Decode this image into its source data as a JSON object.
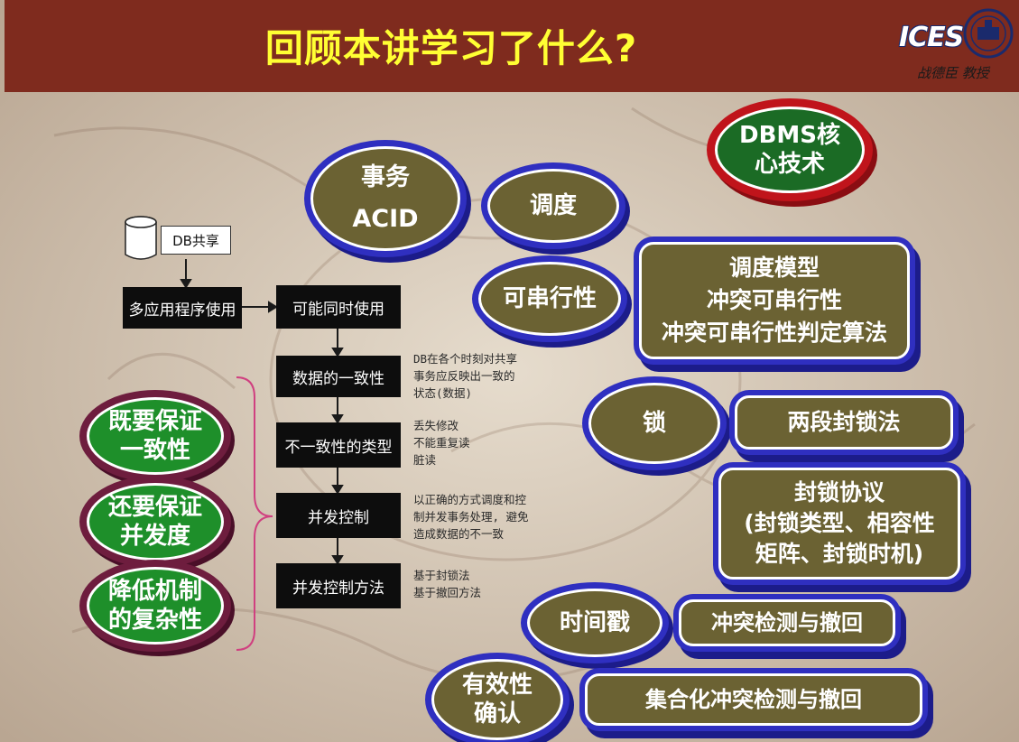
{
  "header": {
    "title": "回顾本讲学习了什么?",
    "logo_text": "ICES",
    "author": "战德臣 教授"
  },
  "flowchart": {
    "db_icon": "database-cylinder-icon",
    "db_label": "DB共享",
    "multi_app": "多应用程序使用",
    "concurrent": "可能同时使用",
    "consistency": "数据的一致性",
    "inconsistency_types": "不一致性的类型",
    "concurrency_control": "并发控制",
    "methods": "并发控制方法",
    "note_consistency": [
      "DB在各个时刻对共享",
      "事务应反映出一致的",
      "状态(数据)"
    ],
    "note_types": [
      "丢失修改",
      "不能重复读",
      "脏读"
    ],
    "note_control": [
      "以正确的方式调度和控",
      "制并发事务处理, 避免",
      "造成数据的不一致"
    ],
    "note_methods": [
      "基于封锁法",
      "基于撤回方法"
    ]
  },
  "left_goals": [
    [
      "既要保证",
      "一致性"
    ],
    [
      "还要保证",
      "并发度"
    ],
    [
      "降低机制",
      "的复杂性"
    ]
  ],
  "concepts": {
    "dbms_core": [
      "DBMS核",
      "心技术"
    ],
    "transaction": [
      "事务",
      "ACID"
    ],
    "schedule": "调度",
    "serializability": "可串行性",
    "serial_detail": [
      "调度模型",
      "冲突可串行性",
      "冲突可串行性判定算法"
    ],
    "lock": "锁",
    "two_phase": "两段封锁法",
    "lock_protocol": [
      "封锁协议",
      "(封锁类型、相容性",
      "矩阵、封锁时机)"
    ],
    "timestamp": "时间戳",
    "conflict_detect": "冲突检测与撤回",
    "validation": [
      "有效性",
      "确认"
    ],
    "set_conflict": "集合化冲突检测与撤回"
  },
  "colors": {
    "header": "#7f2b1e",
    "title": "#ffff33",
    "olive": "#6b6233",
    "blue_border": "#2f2fc0",
    "green": "#1e8f2a",
    "maroon_border": "#6e1d3e",
    "red_border": "#c0141b",
    "bracket": "#d04080"
  }
}
